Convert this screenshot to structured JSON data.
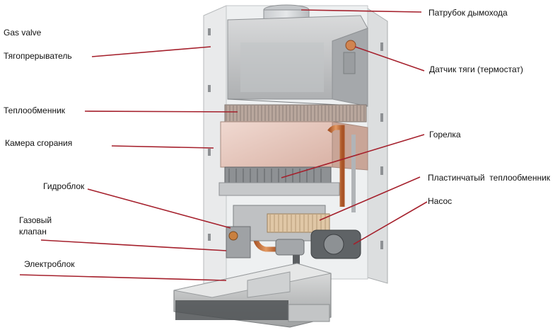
{
  "colors": {
    "leader": "#a5202c",
    "text": "#111111",
    "frame": "#d4d6d8",
    "frame_dark": "#9ea1a4",
    "chamber": "#e7c7bc",
    "copper": "#c9703c",
    "panel": "#cfd0d0"
  },
  "labels": {
    "gas_valve_top": "Gas valve",
    "draft_breaker": "Тягопрерыватель",
    "heat_exchanger": "Теплообменник",
    "combustion_chamber": "Камера сгорания",
    "hydro_block": "Гидроблок",
    "gas_valve_ru": "Газовый\nклапан",
    "electro_block": "Электроблок",
    "flue_pipe": "Патрубок дымохода",
    "draft_sensor": "Датчик тяги (термостат)",
    "burner": "Горелка",
    "plate_heat_exchanger": "Пластинчатый  теплообменник",
    "pump": "Насос"
  }
}
